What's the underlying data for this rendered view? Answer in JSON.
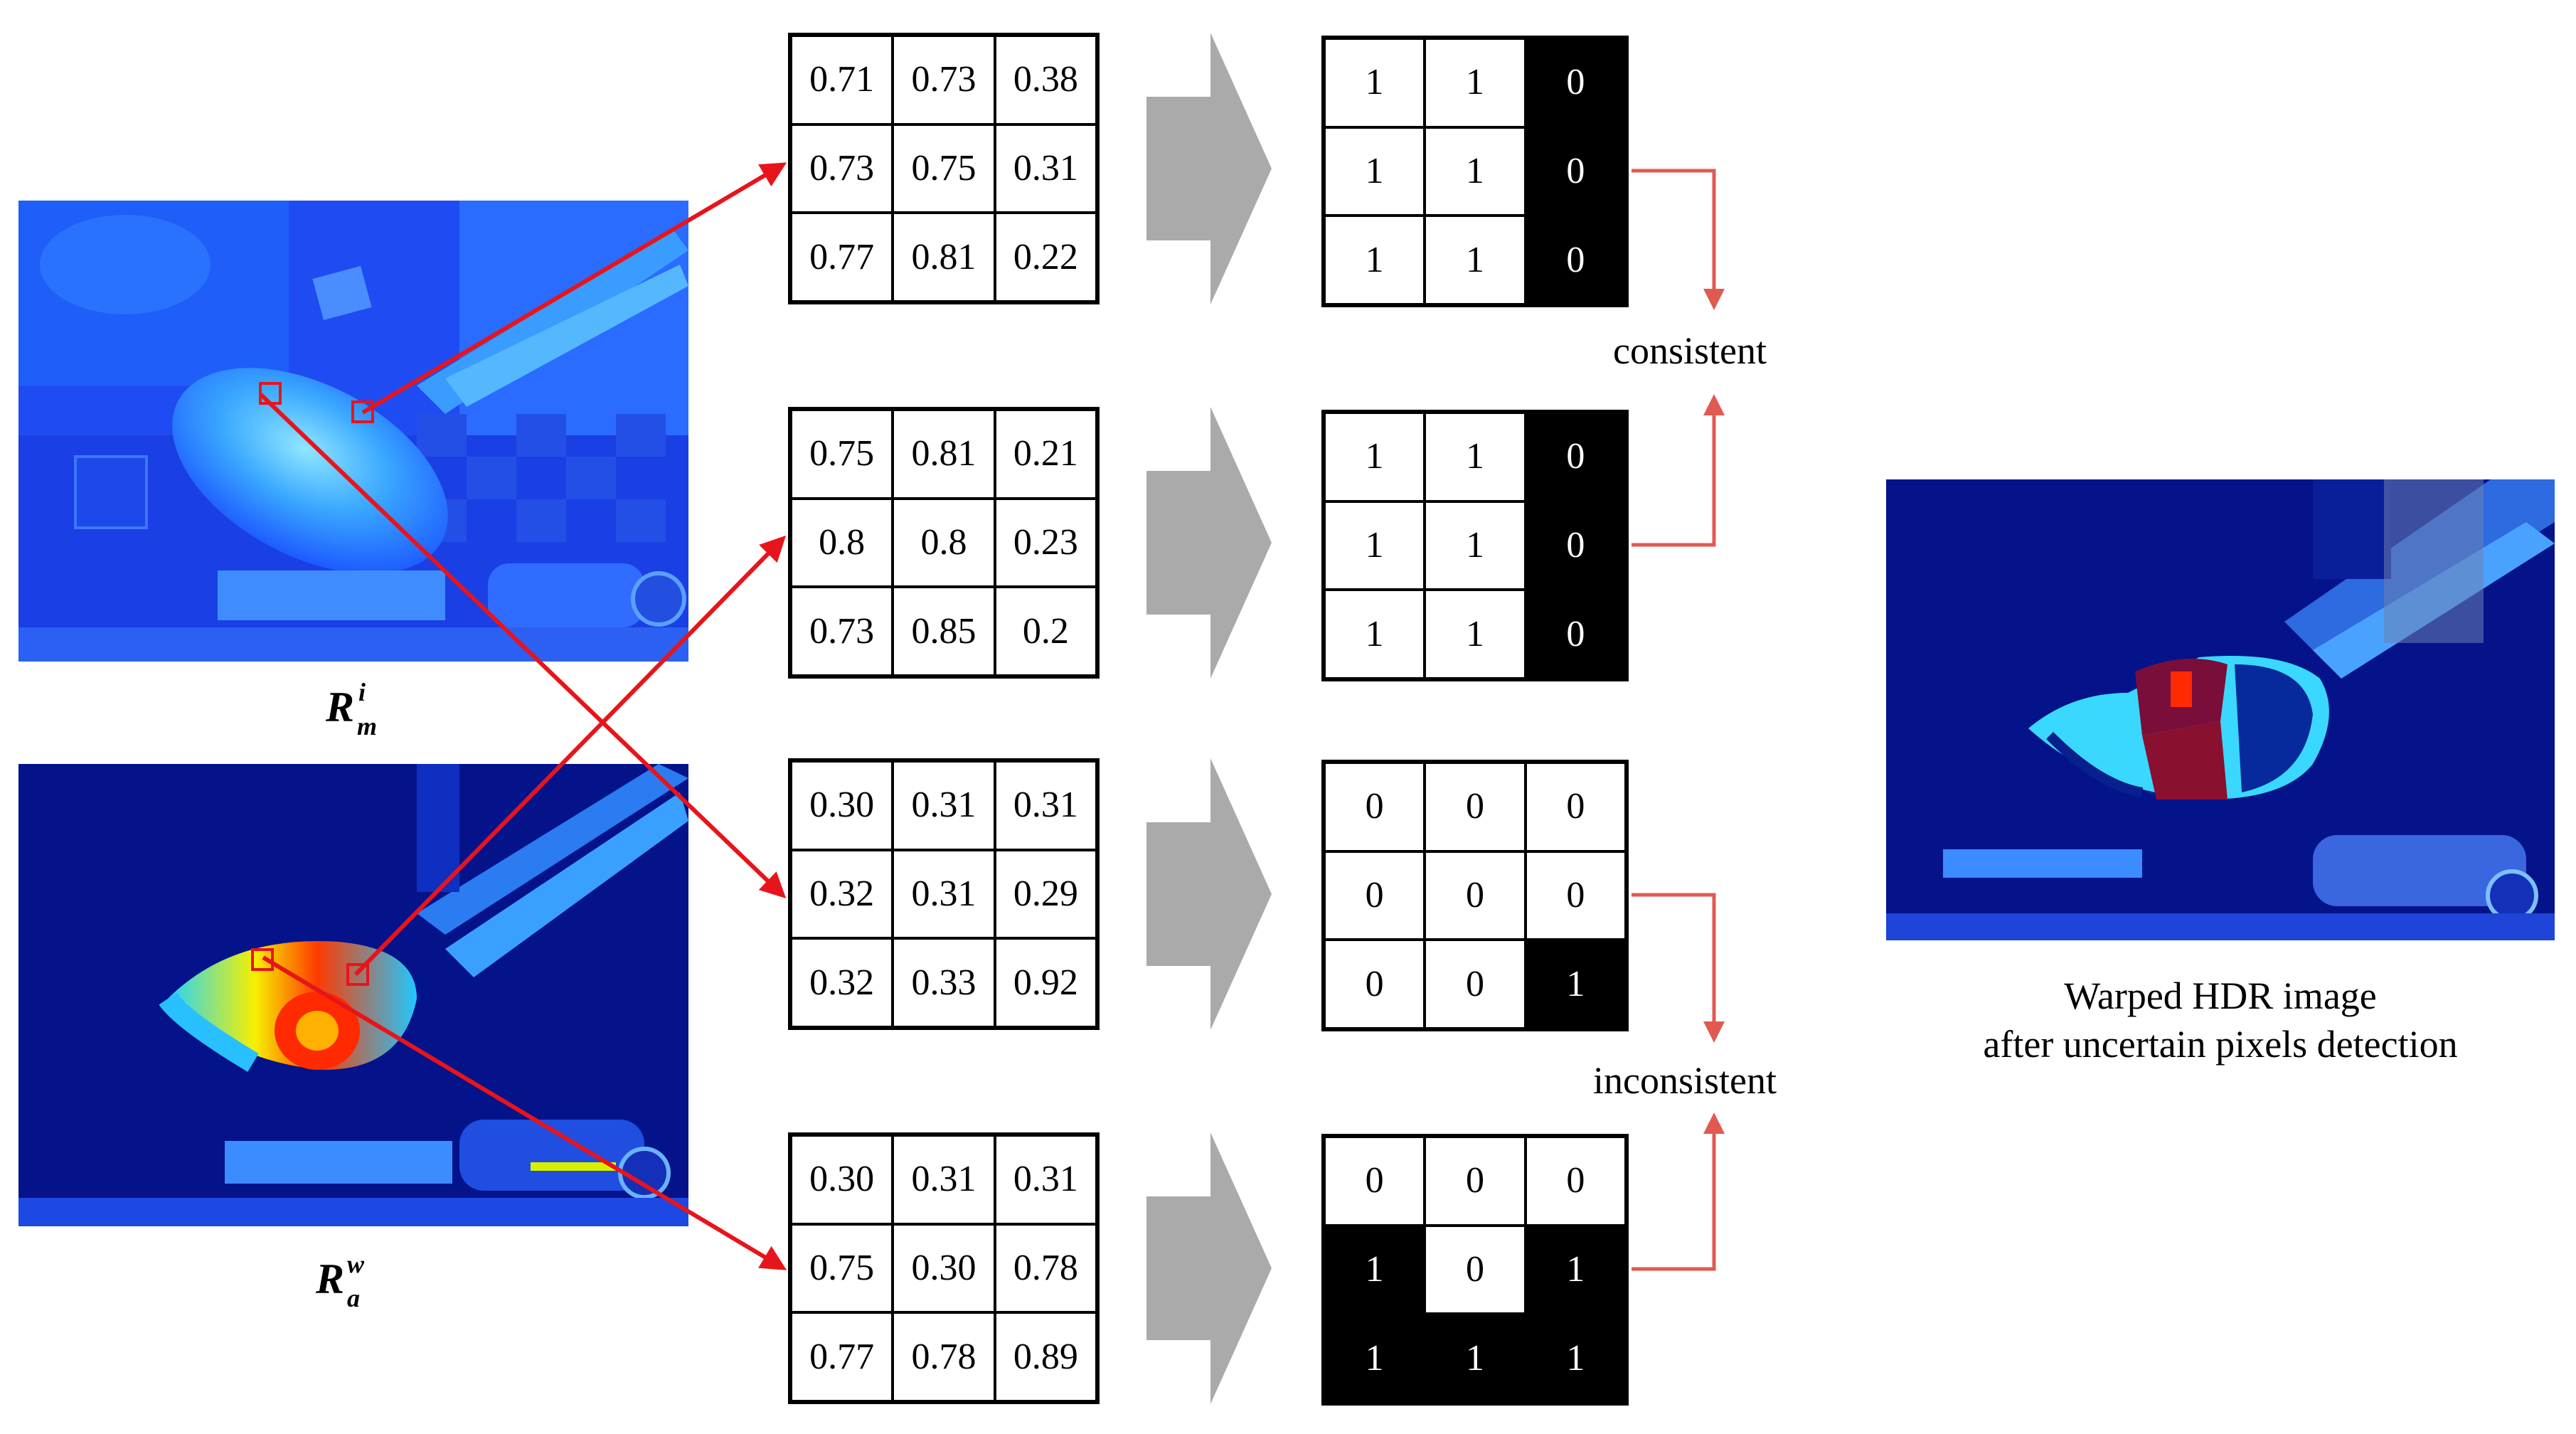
{
  "symbols": {
    "top": {
      "base": "R",
      "sup": "i",
      "sub": "m"
    },
    "bottom": {
      "base": "R",
      "sup": "w",
      "sub": "a"
    }
  },
  "value_grids": [
    [
      [
        "0.71",
        "0.73",
        "0.38"
      ],
      [
        "0.73",
        "0.75",
        "0.31"
      ],
      [
        "0.77",
        "0.81",
        "0.22"
      ]
    ],
    [
      [
        "0.75",
        "0.81",
        "0.21"
      ],
      [
        "0.8",
        "0.8",
        "0.23"
      ],
      [
        "0.73",
        "0.85",
        "0.2"
      ]
    ],
    [
      [
        "0.30",
        "0.31",
        "0.31"
      ],
      [
        "0.32",
        "0.31",
        "0.29"
      ],
      [
        "0.32",
        "0.33",
        "0.92"
      ]
    ],
    [
      [
        "0.30",
        "0.31",
        "0.31"
      ],
      [
        "0.75",
        "0.30",
        "0.78"
      ],
      [
        "0.77",
        "0.78",
        "0.89"
      ]
    ]
  ],
  "binary_grids": [
    [
      [
        "1",
        "1",
        "0"
      ],
      [
        "1",
        "1",
        "0"
      ],
      [
        "1",
        "1",
        "0"
      ]
    ],
    [
      [
        "1",
        "1",
        "0"
      ],
      [
        "1",
        "1",
        "0"
      ],
      [
        "1",
        "1",
        "0"
      ]
    ],
    [
      [
        "0",
        "0",
        "0"
      ],
      [
        "0",
        "0",
        "0"
      ],
      [
        "0",
        "0",
        "1"
      ]
    ],
    [
      [
        "0",
        "0",
        "0"
      ],
      [
        "1",
        "0",
        "1"
      ],
      [
        "1",
        "1",
        "1"
      ]
    ]
  ],
  "binary_filled": [
    [
      [
        0,
        0,
        1
      ],
      [
        0,
        0,
        1
      ],
      [
        0,
        0,
        1
      ]
    ],
    [
      [
        0,
        0,
        1
      ],
      [
        0,
        0,
        1
      ],
      [
        0,
        0,
        1
      ]
    ],
    [
      [
        0,
        0,
        0
      ],
      [
        0,
        0,
        0
      ],
      [
        0,
        0,
        1
      ]
    ],
    [
      [
        0,
        0,
        0
      ],
      [
        1,
        0,
        1
      ],
      [
        1,
        1,
        1
      ]
    ]
  ],
  "labels": {
    "consistent": "consistent",
    "inconsistent": "inconsistent"
  },
  "caption": {
    "line1": "Warped HDR image",
    "line2": "after uncertain pixels detection"
  },
  "colors": {
    "arrow_red": "#e8141b",
    "bracket_red": "#e05a52",
    "chevron_gray": "#aaaaaa"
  }
}
